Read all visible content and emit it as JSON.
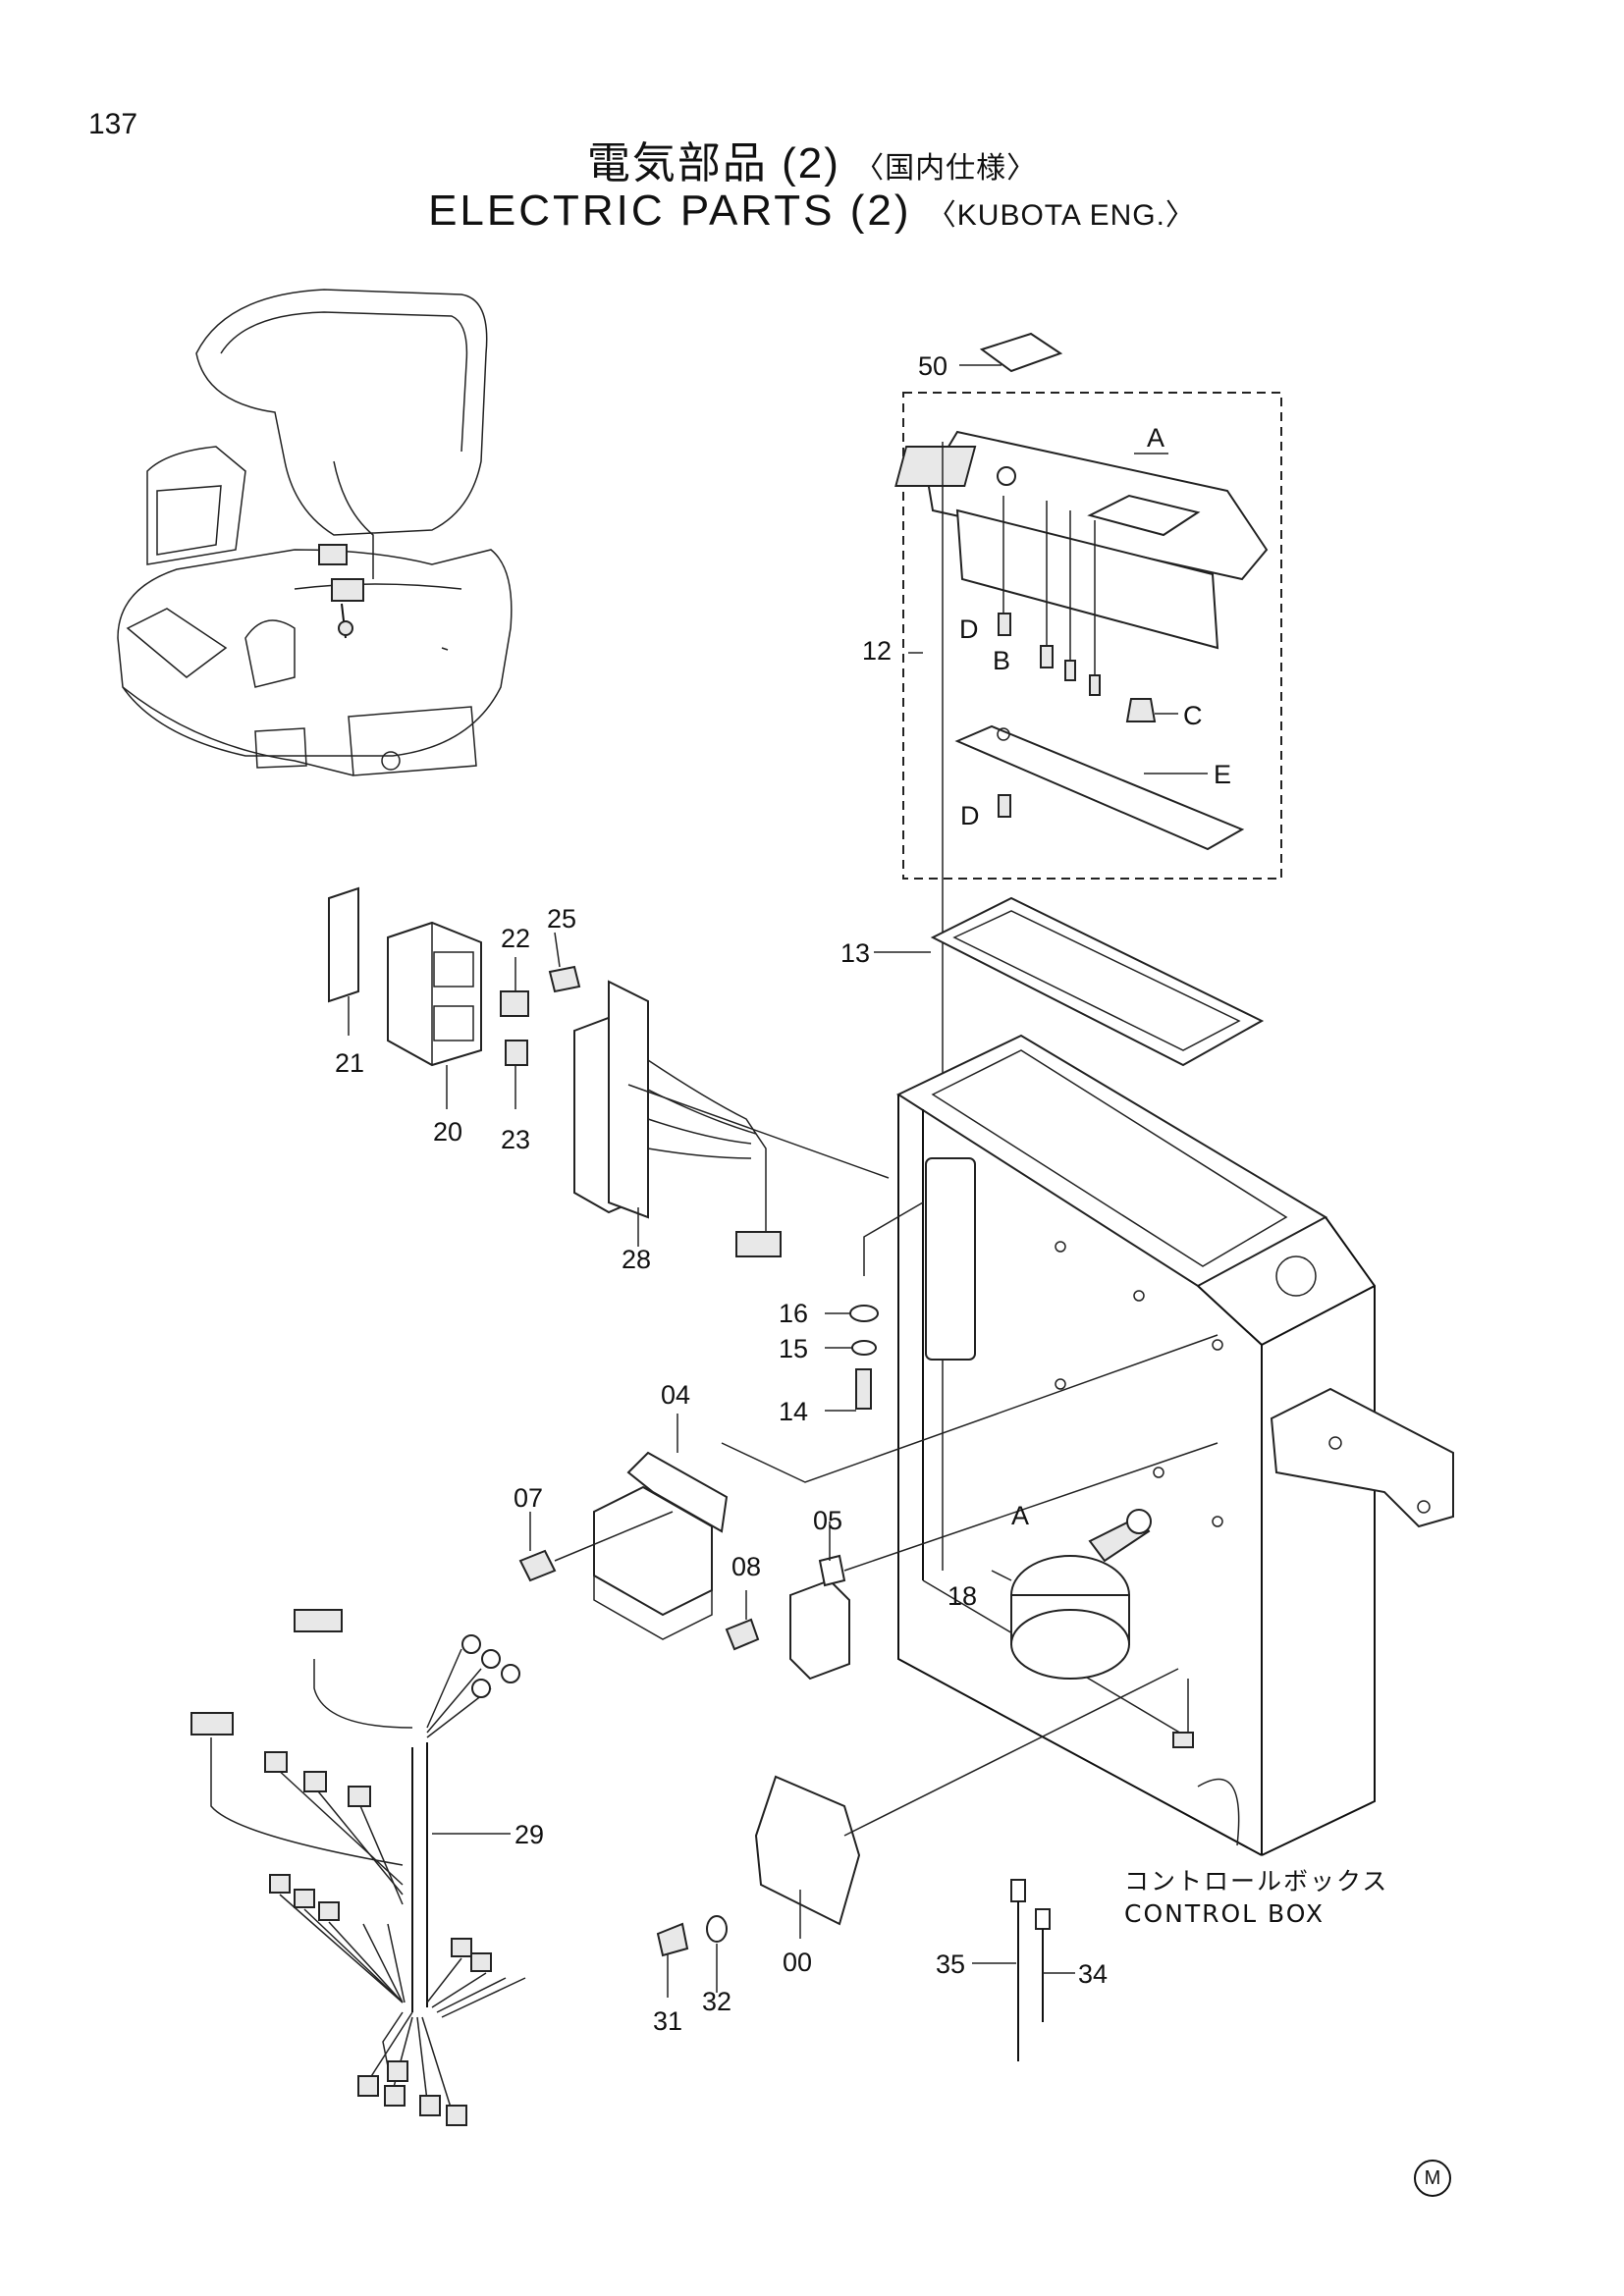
{
  "page_number": "137",
  "title": {
    "jp": "電気部品 (2)",
    "jp_sub": "〈国内仕様〉",
    "en": "ELECTRIC PARTS (2)",
    "en_sub": "〈KUBOTA ENG.〉"
  },
  "assembly_caption": {
    "jp": "コントロールボックス",
    "en": "CONTROL BOX"
  },
  "callouts": {
    "p50": "50",
    "pA1": "A",
    "pD1": "D",
    "pB": "B",
    "pC": "C",
    "p12": "12",
    "pE": "E",
    "pD2": "D",
    "p13": "13",
    "p21": "21",
    "p20": "20",
    "p22": "22",
    "p23": "23",
    "p25": "25",
    "p28": "28",
    "p16": "16",
    "p15": "15",
    "p14": "14",
    "p04": "04",
    "p07": "07",
    "p05": "05",
    "p08": "08",
    "pA2": "A",
    "p18": "18",
    "p29": "29",
    "p31": "31",
    "p32": "32",
    "p00": "00",
    "p35": "35",
    "p34": "34"
  },
  "corner_mark": "M"
}
